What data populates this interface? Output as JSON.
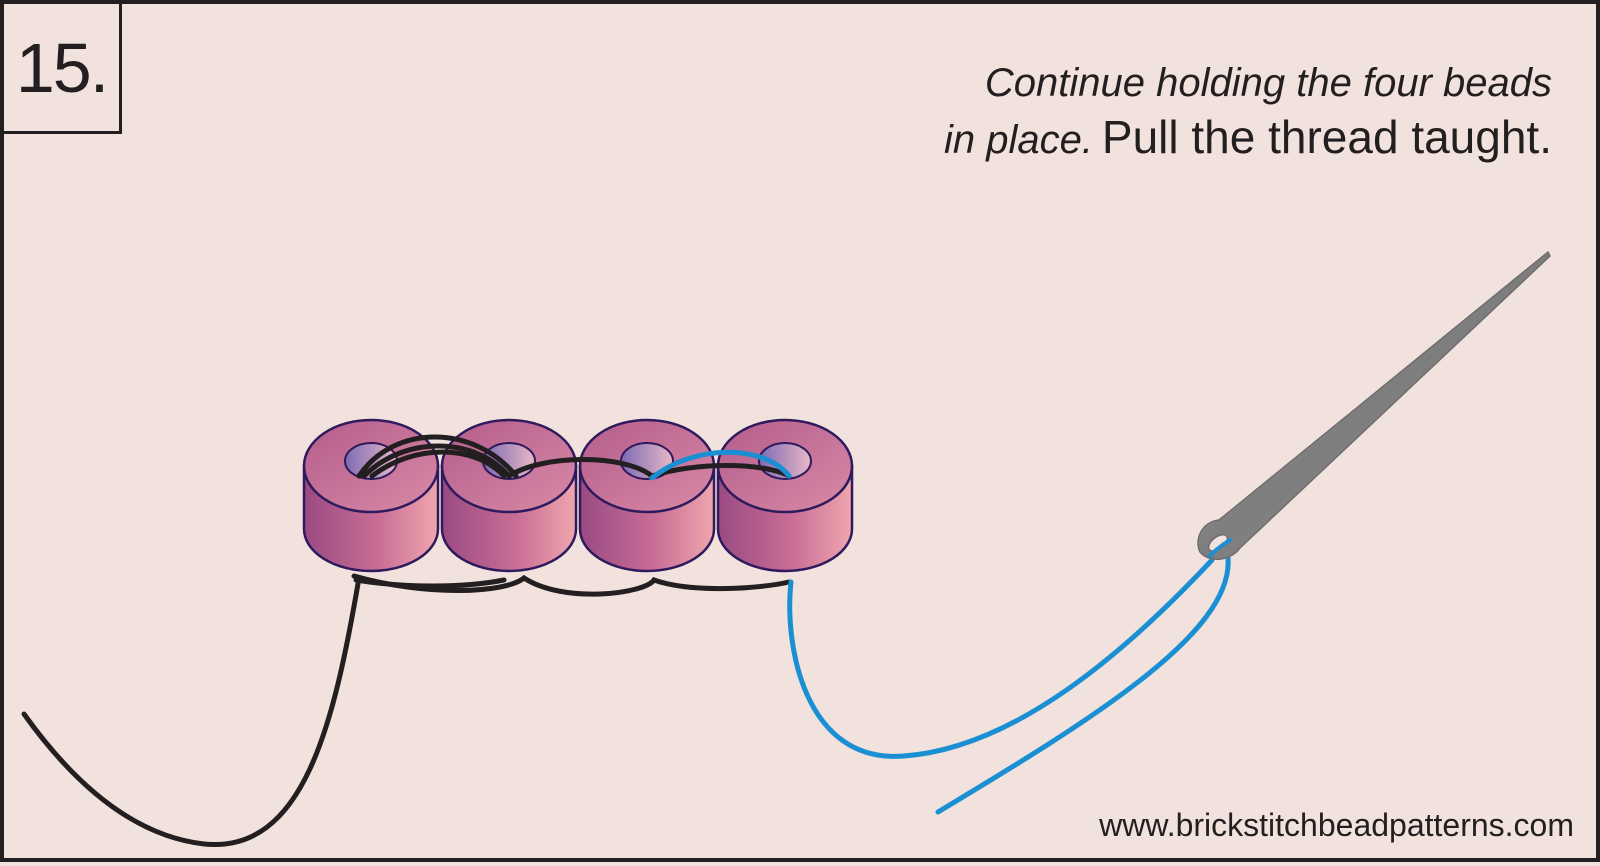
{
  "step": {
    "number": "15."
  },
  "instruction": {
    "line1": "Continue holding the four beads",
    "line2_italic": "in place.",
    "line2_regular": "Pull the thread taught."
  },
  "footer": {
    "website": "www.brickstitchbeadpatterns.com"
  },
  "colors": {
    "background": "#f2e2dd",
    "bead_dark": "#9a4a82",
    "bead_light": "#f0a6ad",
    "bead_outline": "#2e1a5c",
    "thread_dark": "#231f20",
    "thread_blue": "#1b8fd3",
    "needle": "#8c8c8c"
  },
  "illustration": {
    "bead_count": 4,
    "icons": [
      "bead-icon",
      "needle-icon",
      "thread-icon"
    ]
  }
}
